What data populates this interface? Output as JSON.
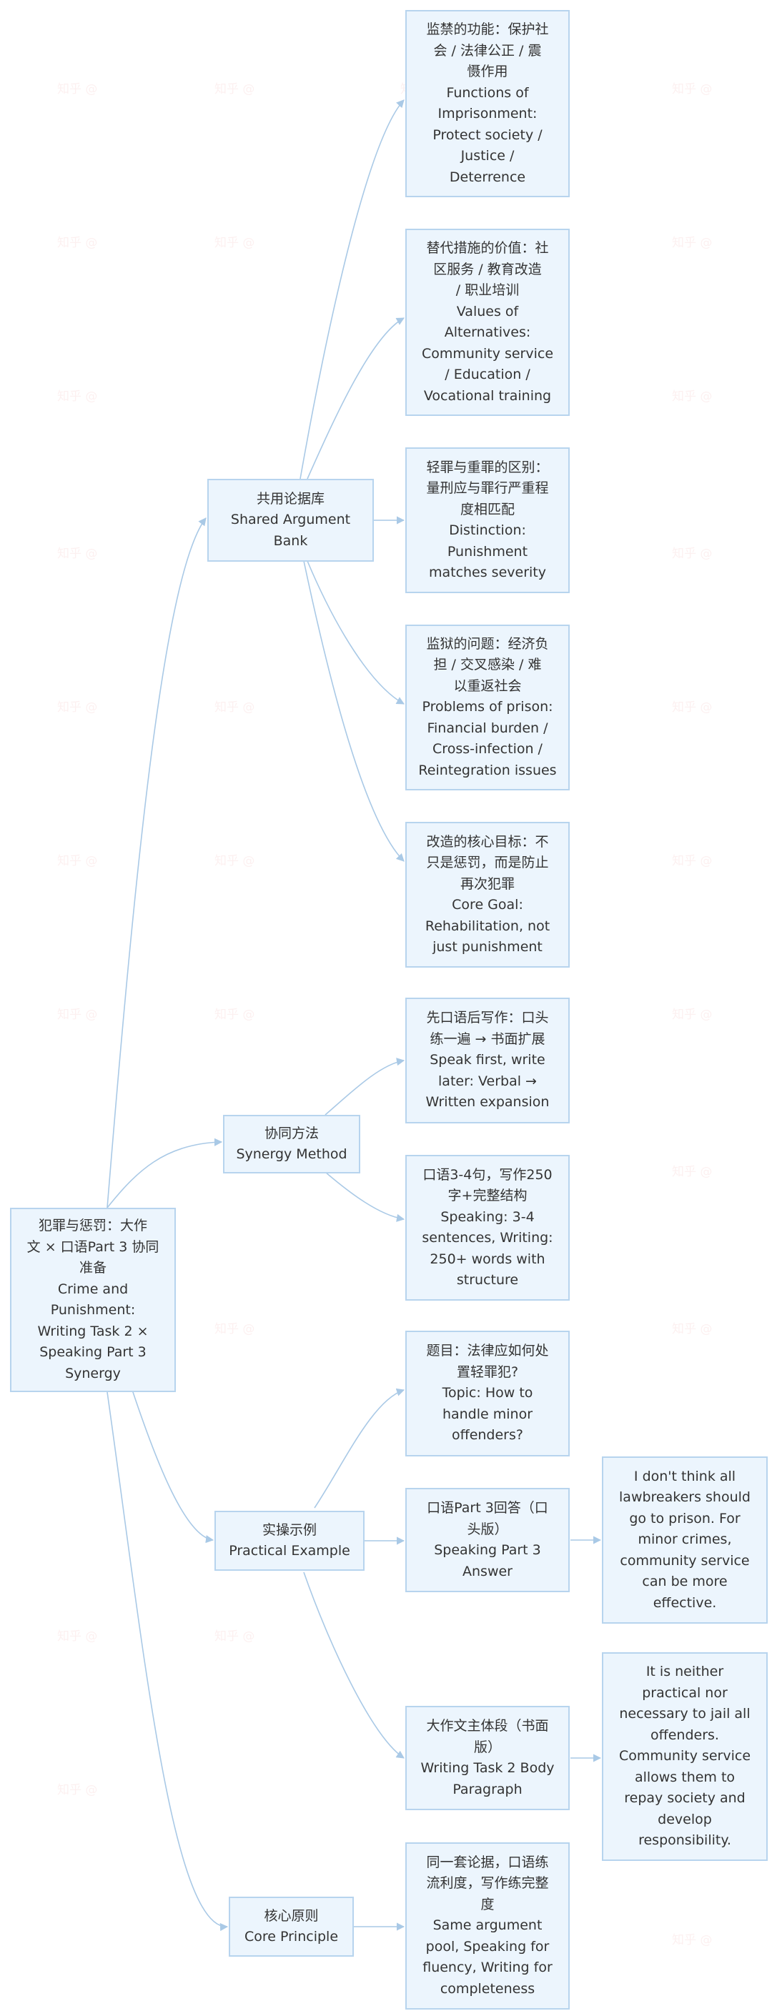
{
  "colors": {
    "node_fill": "#ecf5fd",
    "node_border": "#b7d4ee",
    "edge": "#a9c9e6",
    "text": "#333333"
  },
  "watermark": "知乎 @",
  "nodes": {
    "root": "犯罪与惩罚：大作\n文 × 口语Part 3 协同\n准备\nCrime and\nPunishment:\nWriting Task 2 ×\nSpeaking Part 3\nSynergy",
    "shared": "共用论据库\nShared Argument\nBank",
    "synergy": "协同方法\nSynergy Method",
    "practical": "实操示例\nPractical Example",
    "core": "核心原则\nCore Principle",
    "s1": "监禁的功能：保护社\n会 / 法律公正 / 震\n慑作用\nFunctions of\nImprisonment:\nProtect society /\nJustice /\nDeterrence",
    "s2": "替代措施的价值：社\n区服务 / 教育改造\n/ 职业培训\nValues of\nAlternatives:\nCommunity service\n/ Education /\nVocational training",
    "s3": "轻罪与重罪的区别：\n量刑应与罪行严重程\n度相匹配\nDistinction:\nPunishment\nmatches severity",
    "s4": "监狱的问题：经济负\n担 / 交叉感染 / 难\n以重返社会\nProblems of prison:\nFinancial burden /\nCross-infection /\nReintegration issues",
    "s5": "改造的核心目标：不\n只是惩罚，而是防止\n再次犯罪\nCore Goal:\nRehabilitation, not\njust punishment",
    "m1": "先口语后写作：口头\n练一遍 → 书面扩展\nSpeak first, write\nlater: Verbal →\nWritten expansion",
    "m2": "口语3-4句，写作250\n字+完整结构\nSpeaking: 3-4\nsentences, Writing:\n250+ words with\nstructure",
    "p1": "题目：法律应如何处\n置轻罪犯?\nTopic: How to\nhandle minor\noffenders?",
    "p2": "口语Part 3回答（口\n头版）\nSpeaking Part 3\nAnswer",
    "p3": "大作文主体段（书面\n版）\nWriting Task 2 Body\nParagraph",
    "p2a": "I don't think all\nlawbreakers should\ngo to prison. For\nminor crimes,\ncommunity service\ncan be more\neffective.",
    "p3a": "It is neither\npractical nor\nnecessary to jail all\noffenders.\nCommunity service\nallows them to\nrepay society and\ndevelop\nresponsibility.",
    "c1": "同一套论据，口语练\n流利度，写作练完整\n度\nSame argument\npool, Speaking for\nfluency, Writing for\ncompleteness"
  }
}
